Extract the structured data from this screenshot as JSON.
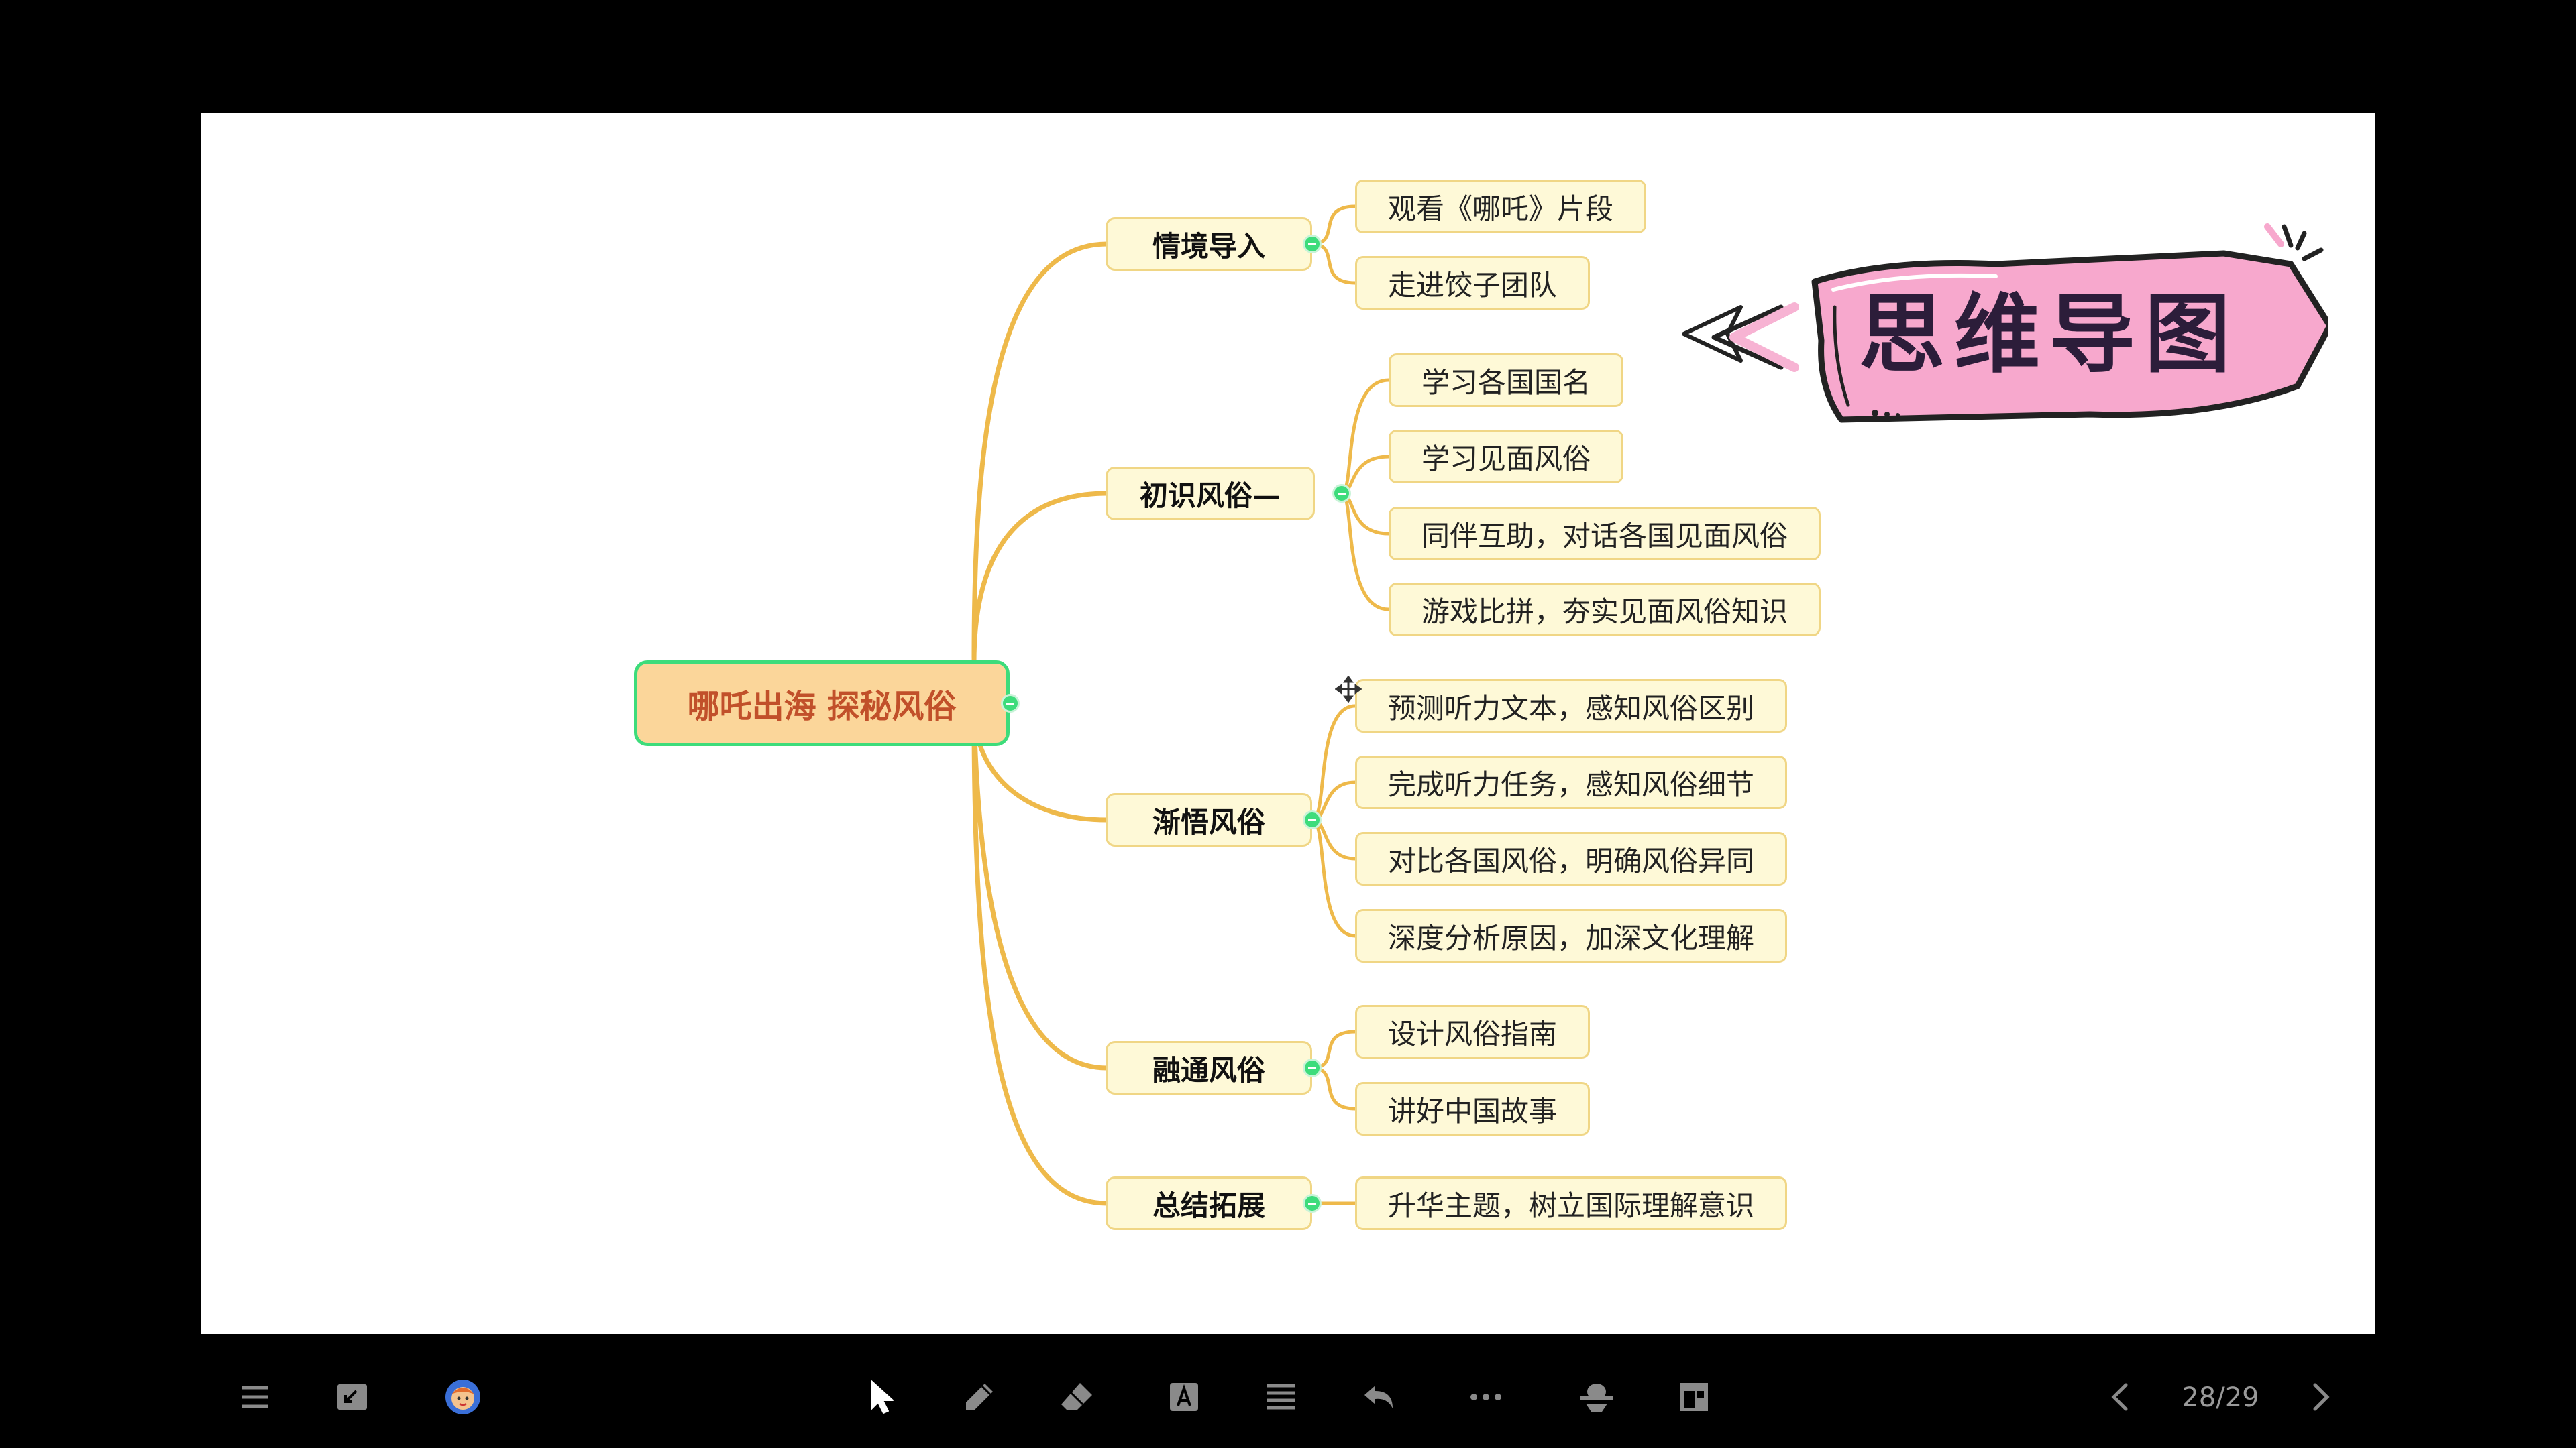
{
  "mindmap": {
    "root": "哪吒出海 探秘风俗",
    "branches": [
      {
        "label": "情境导入",
        "children": [
          "观看《哪吒》片段",
          "走进饺子团队"
        ]
      },
      {
        "label": "初识风俗—",
        "children": [
          "学习各国国名",
          "学习见面风俗",
          "同伴互助，对话各国见面风俗",
          "游戏比拼，夯实见面风俗知识"
        ]
      },
      {
        "label": "渐悟风俗",
        "children": [
          "预测听力文本，感知风俗区别",
          "完成听力任务，感知风俗细节",
          "对比各国风俗，明确风俗异同",
          "深度分析原因，加深文化理解"
        ]
      },
      {
        "label": "融通风俗",
        "children": [
          "设计风俗指南",
          "讲好中国故事"
        ]
      },
      {
        "label": "总结拓展",
        "children": [
          "升华主题，树立国际理解意识"
        ]
      }
    ]
  },
  "banner": {
    "title": "思维导图"
  },
  "toolbar": {
    "page": "28/29",
    "icons": [
      "menu-icon",
      "minimize-icon",
      "avatar",
      "pointer-icon",
      "pen-icon",
      "eraser-icon",
      "text-box-icon",
      "list-icon",
      "undo-icon",
      "more-icon",
      "hand-icon",
      "layout-icon",
      "prev-page-icon",
      "next-page-icon"
    ]
  },
  "colors": {
    "connector": "#eeb94a",
    "root_fill": "#fbd69a",
    "root_border": "#3ddc7b",
    "root_text": "#c1502a",
    "node_fill": "#fef9d7",
    "node_border": "#f0d685",
    "toggle": "#3ddc7b",
    "banner_fill": "#f7a8cd",
    "background": "#000000"
  }
}
